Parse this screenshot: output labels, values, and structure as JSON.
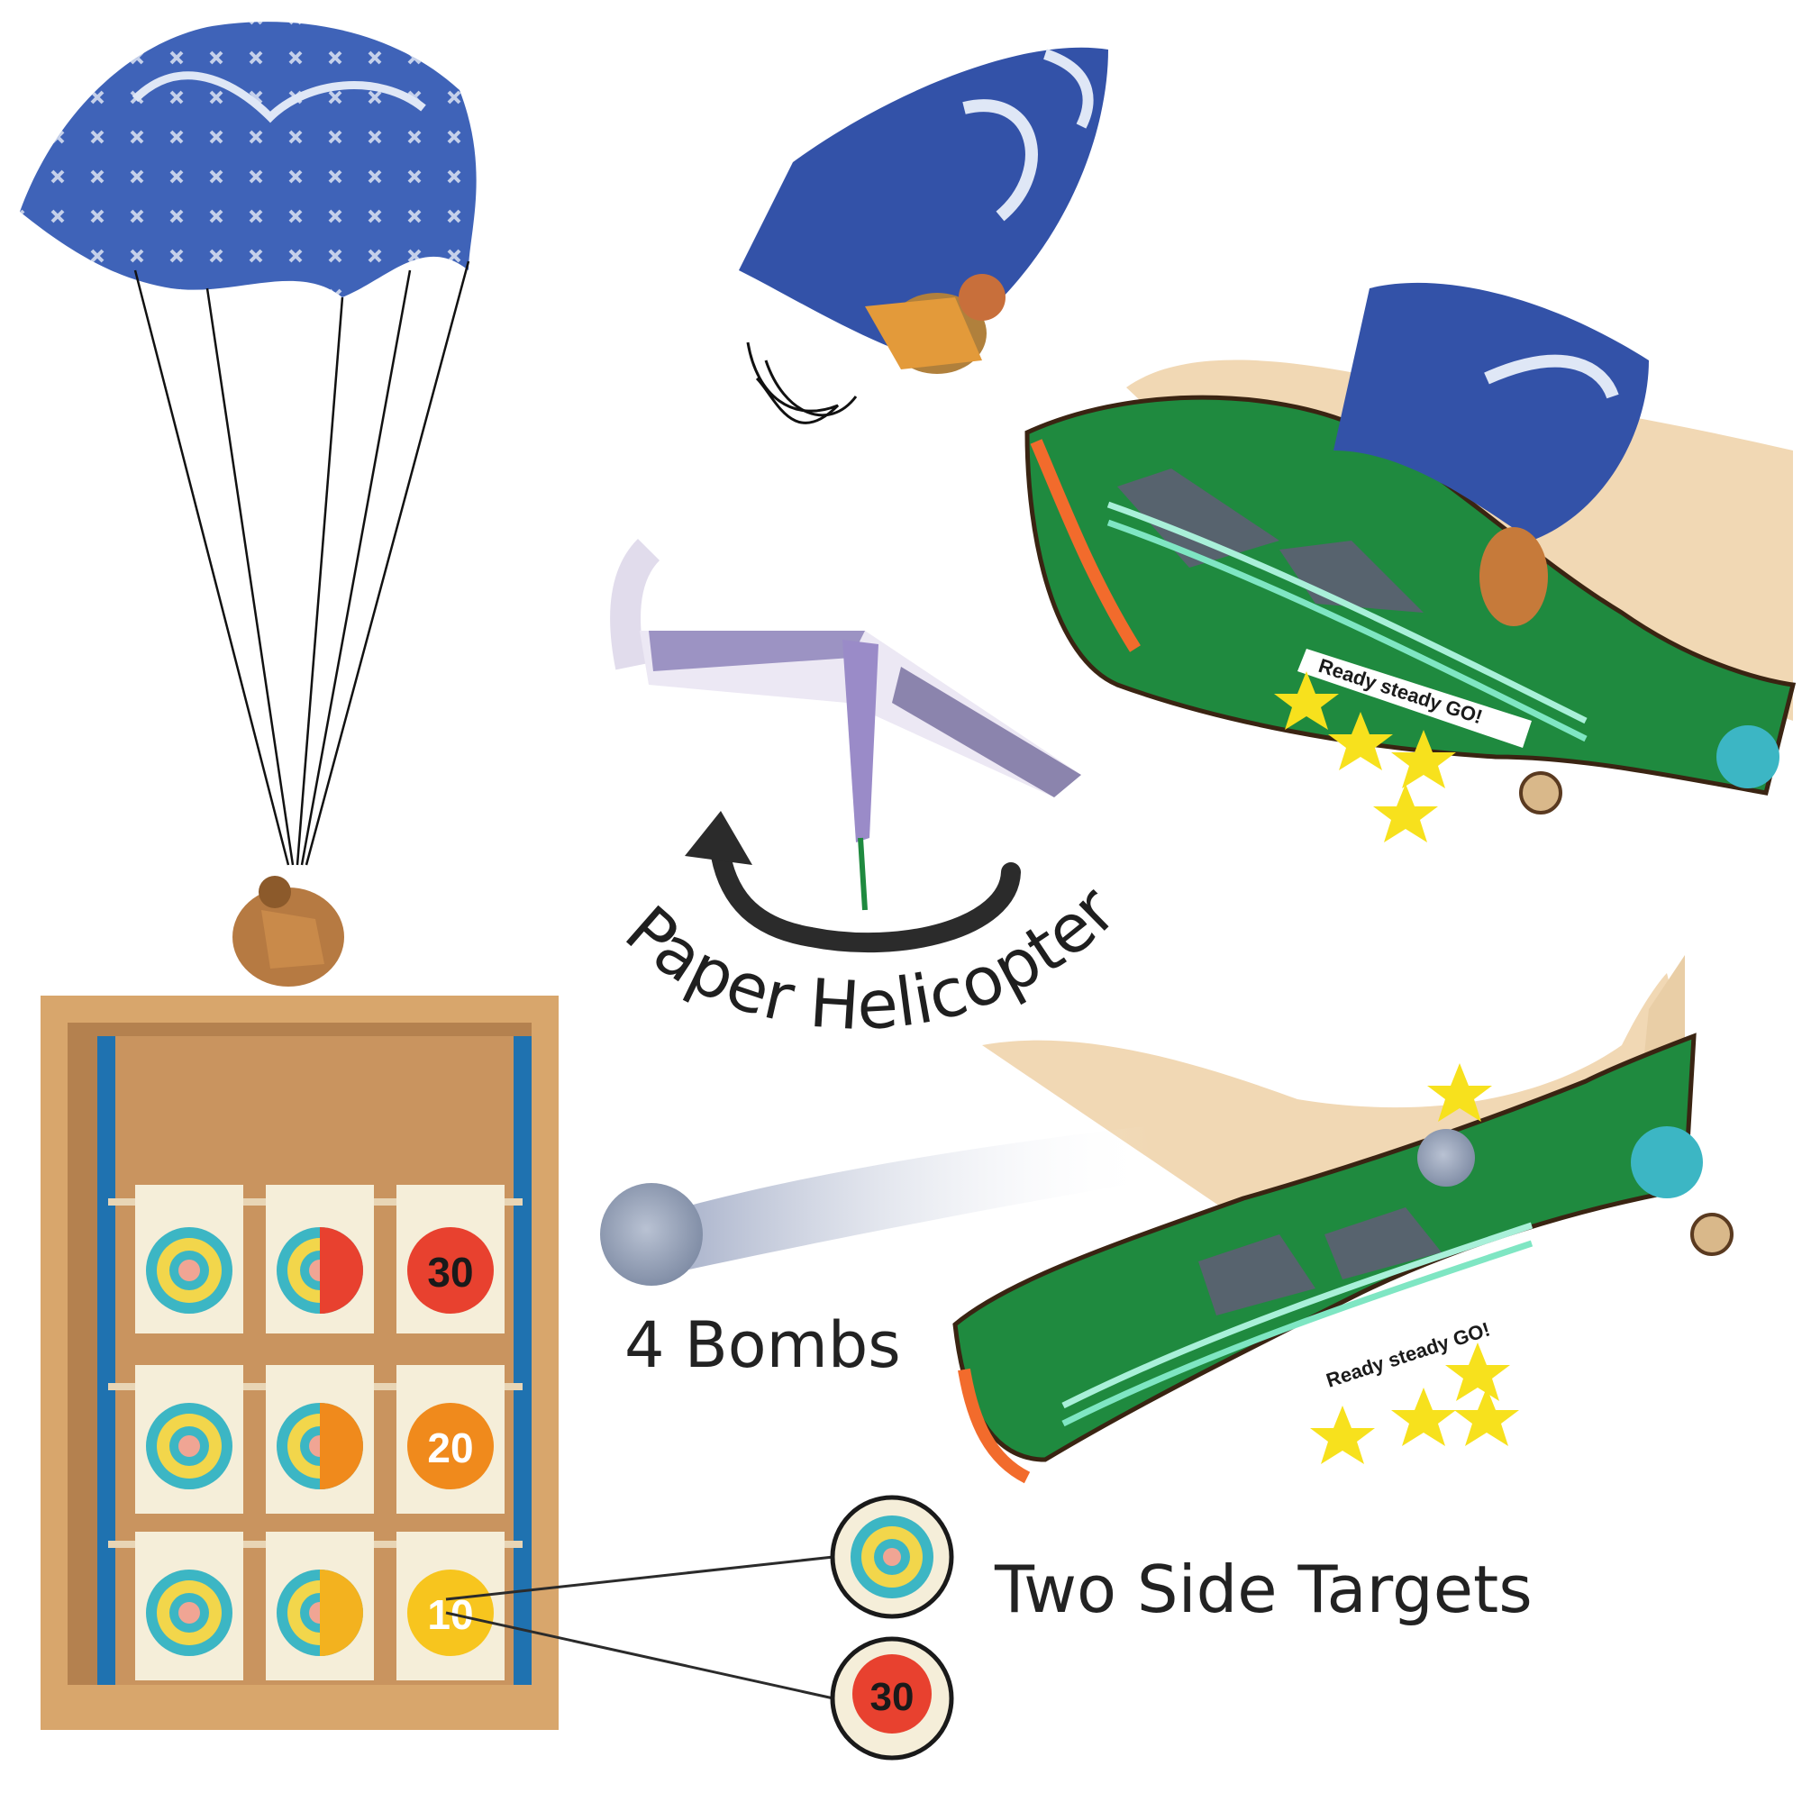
{
  "captions": {
    "paper_helicopter": "Paper Helicopter",
    "bombs": "4 Bombs",
    "targets": "Two Side Targets"
  },
  "plane_labels": {
    "slogan": "Ready steady GO!"
  },
  "target_scores": [
    "30",
    "20",
    "10"
  ],
  "target_row_scores": [
    "30",
    "20",
    "10"
  ],
  "colors": {
    "canopy_blue": "#3f63b8",
    "plane_green": "#1f8a3f",
    "cardboard": "#c9945f",
    "target_blue": "#3cb6c4",
    "target_yellow": "#f2d64b",
    "target_pink": "#f0a594",
    "star_yellow": "#f7e11d",
    "pompom_grey": "#9aa7bd"
  }
}
